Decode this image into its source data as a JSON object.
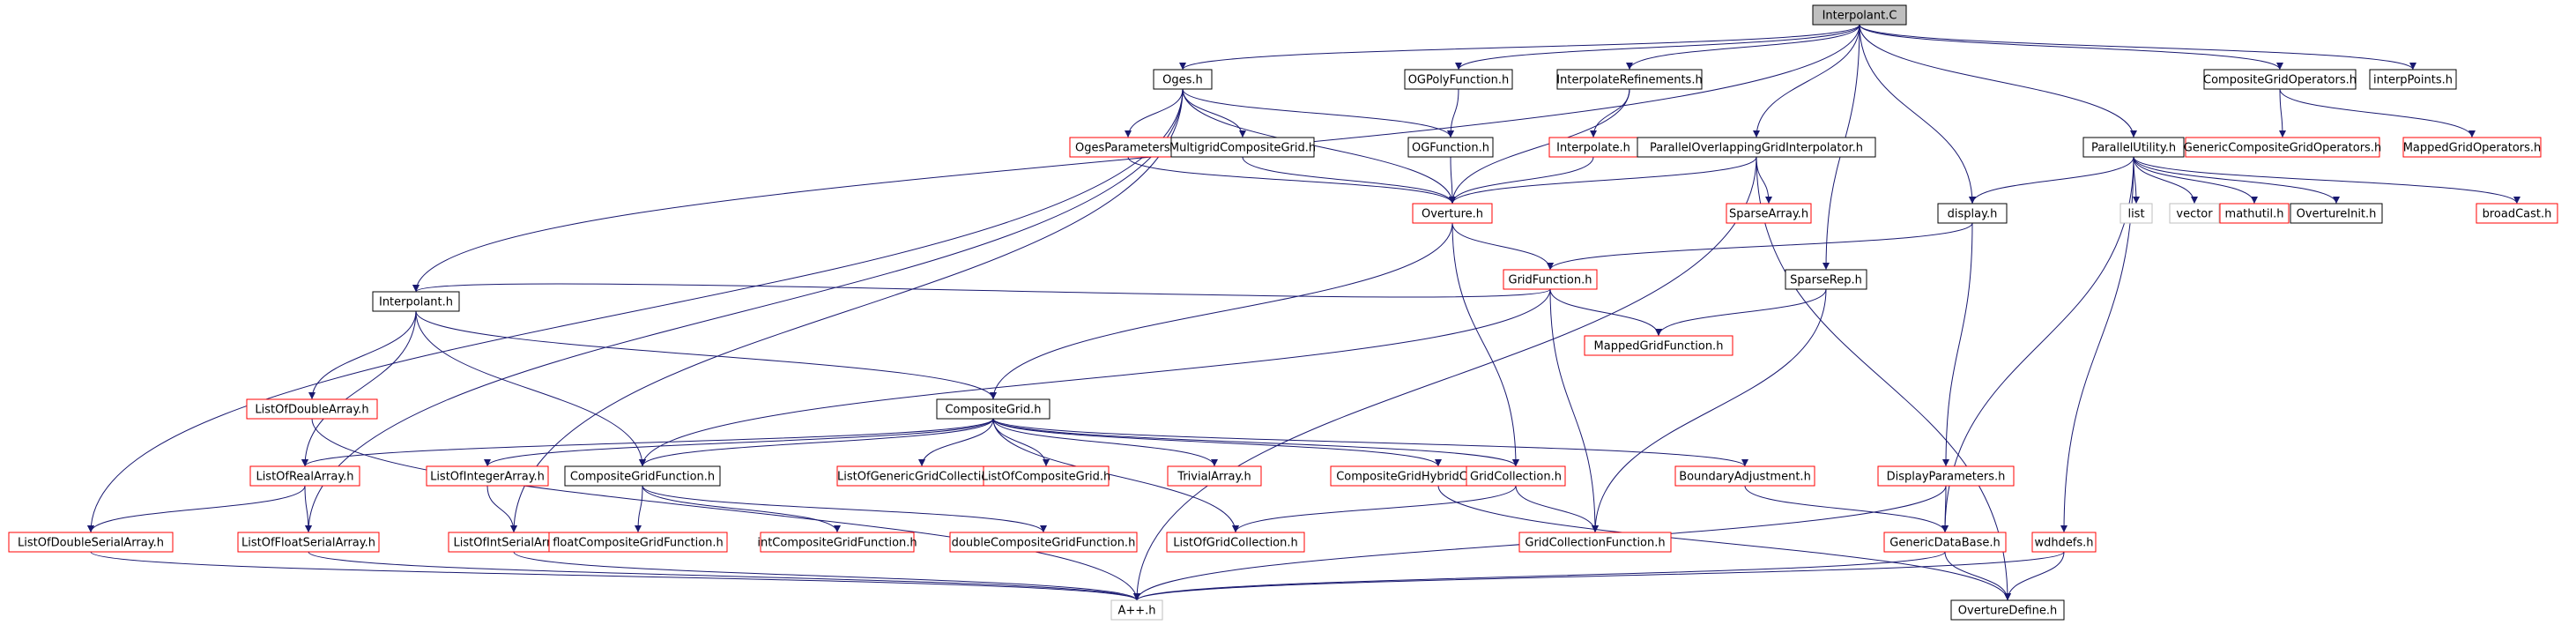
{
  "colors": {
    "edge": "#191970",
    "root_fill": "#bfbfbf",
    "normal_border": "#000000",
    "incomplete_border": "#ff0000",
    "external_border": "#bfbfbf",
    "text": "#000000"
  },
  "nodes": [
    {
      "id": "root",
      "label": "Interpolant.C",
      "kind": "root"
    },
    {
      "id": "oges",
      "label": "Oges.h",
      "kind": "normal"
    },
    {
      "id": "ogpoly",
      "label": "OGPolyFunction.h",
      "kind": "normal"
    },
    {
      "id": "interpref",
      "label": "InterpolateRefinements.h",
      "kind": "normal"
    },
    {
      "id": "cgops",
      "label": "CompositeGridOperators.h",
      "kind": "normal"
    },
    {
      "id": "interppoints",
      "label": "interpPoints.h",
      "kind": "normal"
    },
    {
      "id": "ogesparams",
      "label": "OgesParameters.h",
      "kind": "red"
    },
    {
      "id": "mgcg",
      "label": "MultigridCompositeGrid.h",
      "kind": "normal"
    },
    {
      "id": "ogfunc",
      "label": "OGFunction.h",
      "kind": "normal"
    },
    {
      "id": "interpolate",
      "label": "Interpolate.h",
      "kind": "red"
    },
    {
      "id": "pogi",
      "label": "ParallelOverlappingGridInterpolator.h",
      "kind": "normal"
    },
    {
      "id": "gcgo",
      "label": "GenericCompositeGridOperators.h",
      "kind": "red"
    },
    {
      "id": "mgo",
      "label": "MappedGridOperators.h",
      "kind": "red"
    },
    {
      "id": "putil",
      "label": "ParallelUtility.h",
      "kind": "normal"
    },
    {
      "id": "overture",
      "label": "Overture.h",
      "kind": "red"
    },
    {
      "id": "sparsearray",
      "label": "SparseArray.h",
      "kind": "red"
    },
    {
      "id": "display",
      "label": "display.h",
      "kind": "normal"
    },
    {
      "id": "list",
      "label": "list",
      "kind": "ext"
    },
    {
      "id": "vector",
      "label": "vector",
      "kind": "ext"
    },
    {
      "id": "mathutil",
      "label": "mathutil.h",
      "kind": "red"
    },
    {
      "id": "ovinit",
      "label": "OvertureInit.h",
      "kind": "normal"
    },
    {
      "id": "broadcast",
      "label": "broadCast.h",
      "kind": "red"
    },
    {
      "id": "gridfunc",
      "label": "GridFunction.h",
      "kind": "red"
    },
    {
      "id": "sparserep",
      "label": "SparseRep.h",
      "kind": "normal"
    },
    {
      "id": "interpolant",
      "label": "Interpolant.h",
      "kind": "normal"
    },
    {
      "id": "mgf",
      "label": "MappedGridFunction.h",
      "kind": "red"
    },
    {
      "id": "lodoublearray",
      "label": "ListOfDoubleArray.h",
      "kind": "red"
    },
    {
      "id": "cg",
      "label": "CompositeGrid.h",
      "kind": "normal"
    },
    {
      "id": "lorealarray",
      "label": "ListOfRealArray.h",
      "kind": "red"
    },
    {
      "id": "lointarray",
      "label": "ListOfIntegerArray.h",
      "kind": "red"
    },
    {
      "id": "cgf",
      "label": "CompositeGridFunction.h",
      "kind": "normal"
    },
    {
      "id": "logcc",
      "label": "ListOfGenericGridCollection.h",
      "kind": "red"
    },
    {
      "id": "locg",
      "label": "ListOfCompositeGrid.h",
      "kind": "red"
    },
    {
      "id": "trivial",
      "label": "TrivialArray.h",
      "kind": "red"
    },
    {
      "id": "cghc",
      "label": "CompositeGridHybridConnectivity.h",
      "kind": "red"
    },
    {
      "id": "gridcoll",
      "label": "GridCollection.h",
      "kind": "red"
    },
    {
      "id": "boundadj",
      "label": "BoundaryAdjustment.h",
      "kind": "red"
    },
    {
      "id": "dispparams",
      "label": "DisplayParameters.h",
      "kind": "red"
    },
    {
      "id": "lodsa",
      "label": "ListOfDoubleSerialArray.h",
      "kind": "red"
    },
    {
      "id": "lofsa",
      "label": "ListOfFloatSerialArray.h",
      "kind": "red"
    },
    {
      "id": "loisa",
      "label": "ListOfIntSerialArray.h",
      "kind": "red"
    },
    {
      "id": "floatcgf",
      "label": "floatCompositeGridFunction.h",
      "kind": "red"
    },
    {
      "id": "intcgf",
      "label": "intCompositeGridFunction.h",
      "kind": "red"
    },
    {
      "id": "doublecgf",
      "label": "doubleCompositeGridFunction.h",
      "kind": "red"
    },
    {
      "id": "logc",
      "label": "ListOfGridCollection.h",
      "kind": "red"
    },
    {
      "id": "gcf",
      "label": "GridCollectionFunction.h",
      "kind": "red"
    },
    {
      "id": "gdb",
      "label": "GenericDataBase.h",
      "kind": "red"
    },
    {
      "id": "wdhdefs",
      "label": "wdhdefs.h",
      "kind": "red"
    },
    {
      "id": "app",
      "label": "A++.h",
      "kind": "ext"
    },
    {
      "id": "ovdefine",
      "label": "OvertureDefine.h",
      "kind": "normal"
    }
  ],
  "edges": [
    [
      "root",
      "oges"
    ],
    [
      "root",
      "ogpoly"
    ],
    [
      "root",
      "interpref"
    ],
    [
      "root",
      "cgops"
    ],
    [
      "root",
      "interppoints"
    ],
    [
      "root",
      "interpolant"
    ],
    [
      "root",
      "pogi"
    ],
    [
      "root",
      "putil"
    ],
    [
      "root",
      "display"
    ],
    [
      "root",
      "sparserep"
    ],
    [
      "oges",
      "ogesparams"
    ],
    [
      "oges",
      "mgcg"
    ],
    [
      "oges",
      "ogfunc"
    ],
    [
      "oges",
      "overture"
    ],
    [
      "oges",
      "lodsa"
    ],
    [
      "oges",
      "lofsa"
    ],
    [
      "oges",
      "loisa"
    ],
    [
      "ogpoly",
      "ogfunc"
    ],
    [
      "ogfunc",
      "overture"
    ],
    [
      "ogesparams",
      "overture"
    ],
    [
      "mgcg",
      "overture"
    ],
    [
      "interpref",
      "interpolate"
    ],
    [
      "interpref",
      "overture"
    ],
    [
      "interpolate",
      "overture"
    ],
    [
      "pogi",
      "overture"
    ],
    [
      "pogi",
      "sparsearray"
    ],
    [
      "pogi",
      "app"
    ],
    [
      "pogi",
      "ovdefine"
    ],
    [
      "cgops",
      "gcgo"
    ],
    [
      "cgops",
      "mgo"
    ],
    [
      "putil",
      "display"
    ],
    [
      "putil",
      "list"
    ],
    [
      "putil",
      "vector"
    ],
    [
      "putil",
      "mathutil"
    ],
    [
      "putil",
      "ovinit"
    ],
    [
      "putil",
      "broadcast"
    ],
    [
      "putil",
      "wdhdefs"
    ],
    [
      "putil",
      "gdb"
    ],
    [
      "overture",
      "gridfunc"
    ],
    [
      "overture",
      "cg"
    ],
    [
      "overture",
      "gridcoll"
    ],
    [
      "display",
      "gridfunc"
    ],
    [
      "display",
      "dispparams"
    ],
    [
      "gridfunc",
      "interpolant"
    ],
    [
      "gridfunc",
      "mgf"
    ],
    [
      "gridfunc",
      "cgf"
    ],
    [
      "gridfunc",
      "gcf"
    ],
    [
      "sparserep",
      "mgf"
    ],
    [
      "sparserep",
      "gcf"
    ],
    [
      "interpolant",
      "lodoublearray"
    ],
    [
      "interpolant",
      "cg"
    ],
    [
      "interpolant",
      "lorealarray"
    ],
    [
      "interpolant",
      "cgf"
    ],
    [
      "lodoublearray",
      "app"
    ],
    [
      "cg",
      "lorealarray"
    ],
    [
      "cg",
      "lointarray"
    ],
    [
      "cg",
      "cgf"
    ],
    [
      "cg",
      "logcc"
    ],
    [
      "cg",
      "locg"
    ],
    [
      "cg",
      "trivial"
    ],
    [
      "cg",
      "cghc"
    ],
    [
      "cg",
      "gridcoll"
    ],
    [
      "cg",
      "boundadj"
    ],
    [
      "cg",
      "logc"
    ],
    [
      "lorealarray",
      "lodsa"
    ],
    [
      "lorealarray",
      "lofsa"
    ],
    [
      "lointarray",
      "loisa"
    ],
    [
      "cgf",
      "floatcgf"
    ],
    [
      "cgf",
      "intcgf"
    ],
    [
      "cgf",
      "doublecgf"
    ],
    [
      "cghc",
      "ovdefine"
    ],
    [
      "gridcoll",
      "logc"
    ],
    [
      "gridcoll",
      "gcf"
    ],
    [
      "boundadj",
      "gdb"
    ],
    [
      "dispparams",
      "gdb"
    ],
    [
      "dispparams",
      "app"
    ],
    [
      "lodsa",
      "app"
    ],
    [
      "lofsa",
      "app"
    ],
    [
      "loisa",
      "app"
    ],
    [
      "gdb",
      "app"
    ],
    [
      "gdb",
      "ovdefine"
    ],
    [
      "wdhdefs",
      "app"
    ],
    [
      "wdhdefs",
      "ovdefine"
    ]
  ]
}
